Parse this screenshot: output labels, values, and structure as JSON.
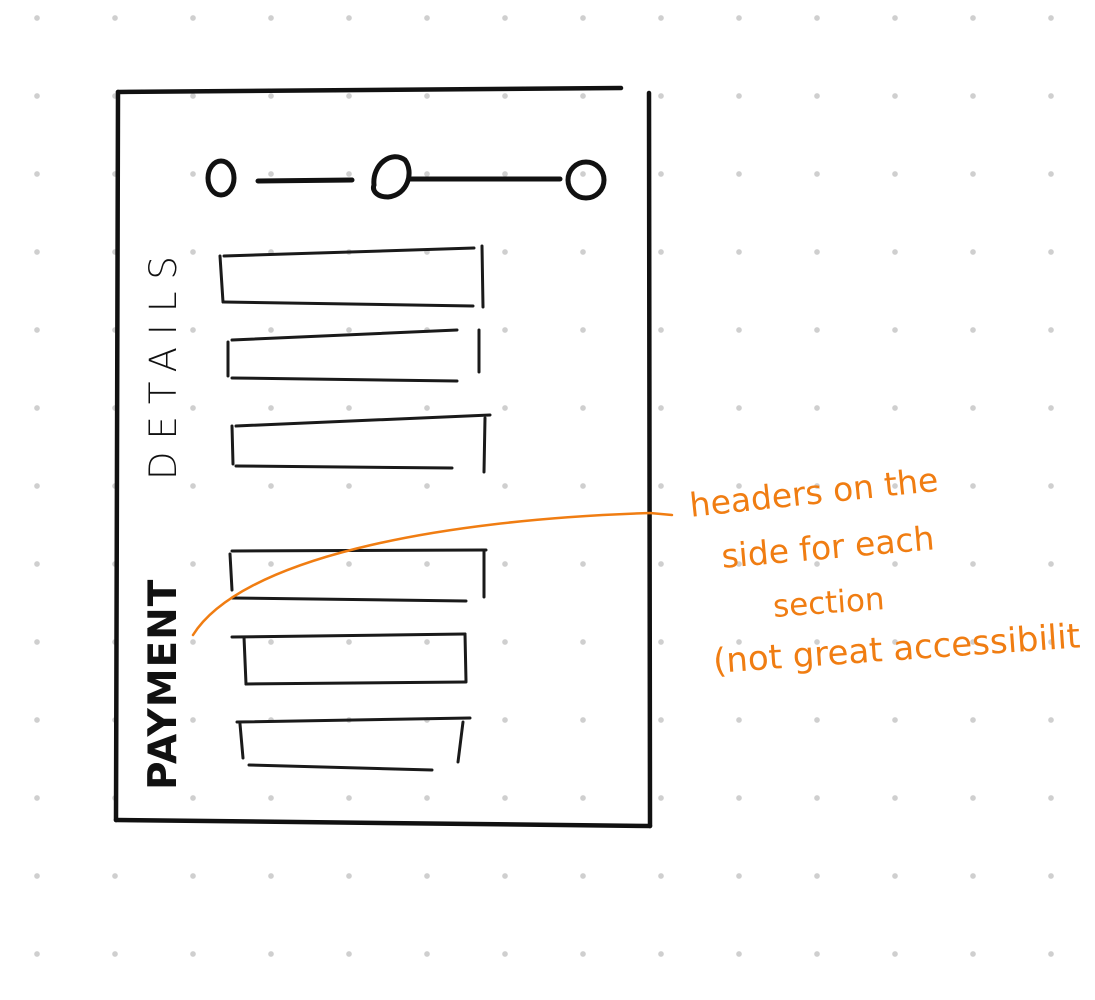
{
  "wireframe": {
    "stepper_steps": 3,
    "sections": [
      {
        "label": "DETAILS",
        "field_count": 3
      },
      {
        "label": "PAYMENT",
        "field_count": 3
      }
    ]
  },
  "annotation": {
    "lines": [
      "headers on the",
      "side for each",
      "section",
      "(not great accessibilit"
    ]
  },
  "colors": {
    "ink": "#111111",
    "annotation": "#f07d12",
    "grid_dot": "#cfcfcf",
    "background": "#ffffff"
  }
}
